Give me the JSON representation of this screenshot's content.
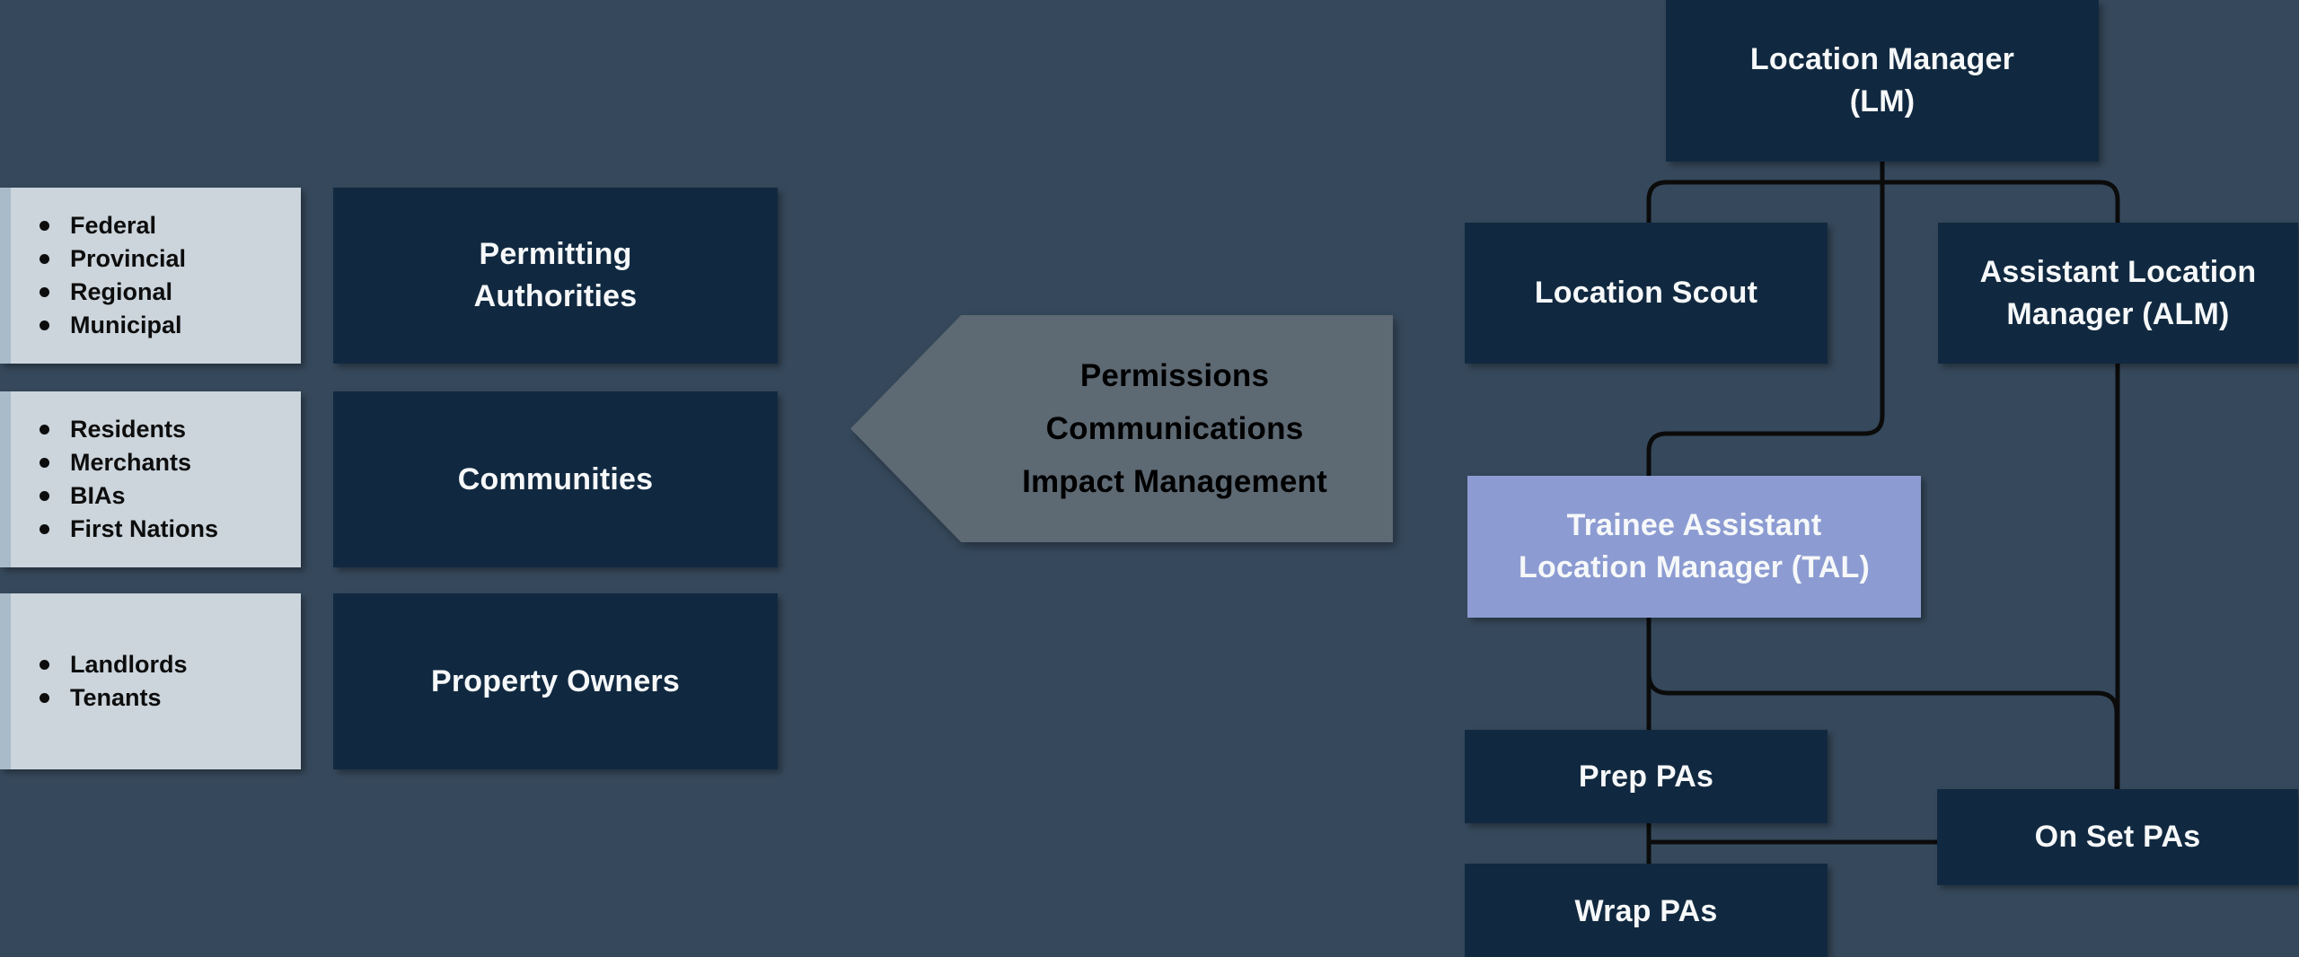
{
  "colors": {
    "bg": "#36495c",
    "navy": "#112940",
    "light": "#ccd5dc",
    "accent": "#a9bbc9",
    "purple": "#8c9cd2",
    "arrow": "#5d6973",
    "line": "#0b0b0b",
    "text-light": "#f6f8f9",
    "text-dark": "#0d0d0d"
  },
  "stakeholders": [
    {
      "bullets": [
        "Federal",
        "Provincial",
        "Regional",
        "Municipal"
      ],
      "label": "Permitting\nAuthorities"
    },
    {
      "bullets": [
        "Residents",
        "Merchants",
        "BIAs",
        "First Nations"
      ],
      "label": "Communities"
    },
    {
      "bullets": [
        "Landlords",
        "Tenants"
      ],
      "label": "Property Owners"
    }
  ],
  "arrow": {
    "label": "Permissions\nCommunications\nImpact Management"
  },
  "org": {
    "lm": "Location Manager\n(LM)",
    "scout": "Location Scout",
    "alm": "Assistant Location\nManager (ALM)",
    "tal": "Trainee Assistant\nLocation Manager (TAL)",
    "prep": "Prep PAs",
    "onset": "On Set PAs",
    "wrap": "Wrap PAs"
  }
}
